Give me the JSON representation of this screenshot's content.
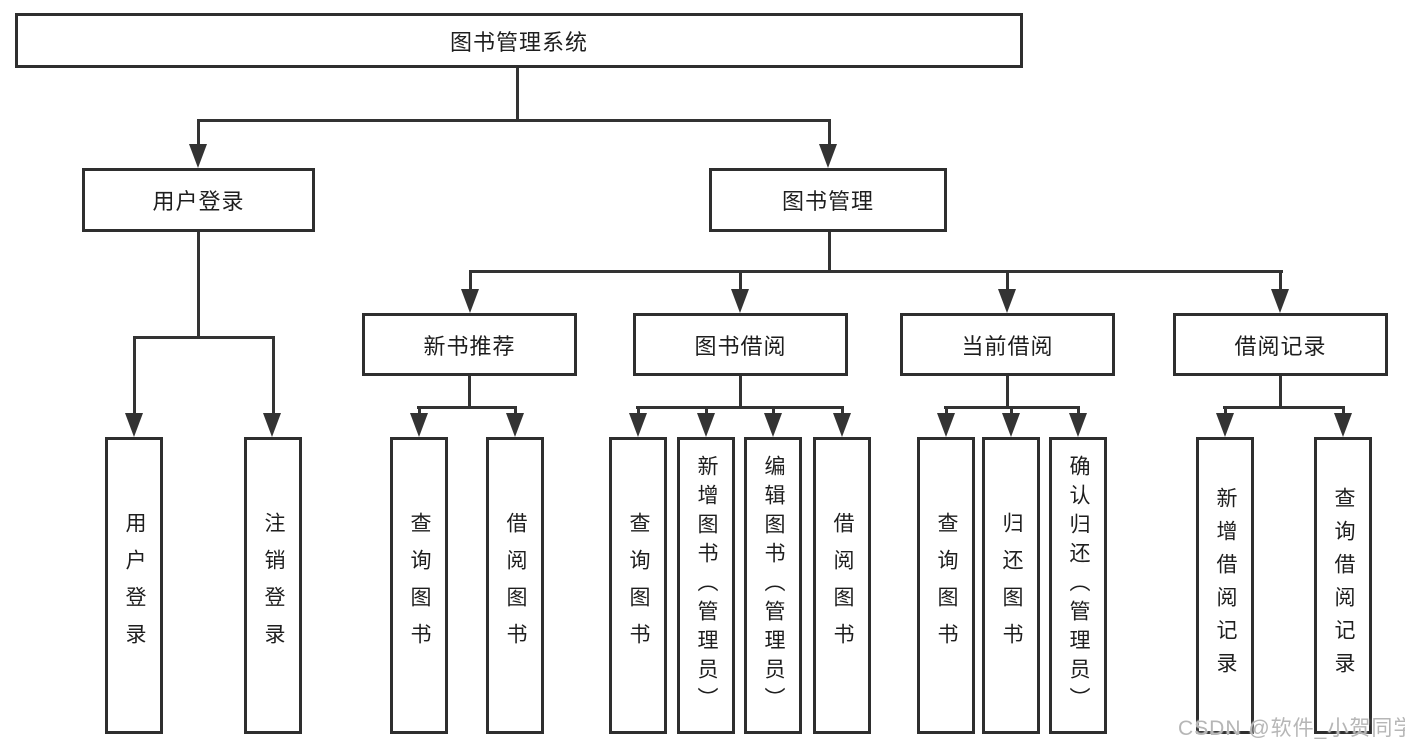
{
  "diagram": {
    "root": "图书管理系统",
    "user_login": {
      "label": "用户登录",
      "children": [
        "用户登录",
        "注销登录"
      ]
    },
    "book_mgmt": {
      "label": "图书管理",
      "sections": [
        {
          "label": "新书推荐",
          "children": [
            "查询图书",
            "借阅图书"
          ]
        },
        {
          "label": "图书借阅",
          "children": [
            "查询图书",
            "新增图书（管理员）",
            "编辑图书（管理员）",
            "借阅图书"
          ]
        },
        {
          "label": "当前借阅",
          "children": [
            "查询图书",
            "归还图书",
            "确认归还（管理员）"
          ]
        },
        {
          "label": "借阅记录",
          "children": [
            "新增借阅记录",
            "查询借阅记录"
          ]
        }
      ]
    }
  },
  "watermark": {
    "text": "CSDN @软件_小贺同学"
  },
  "colors": {
    "line": "#333333",
    "box_background": "#ffffff",
    "watermark_gray": "#b6b6b6"
  }
}
